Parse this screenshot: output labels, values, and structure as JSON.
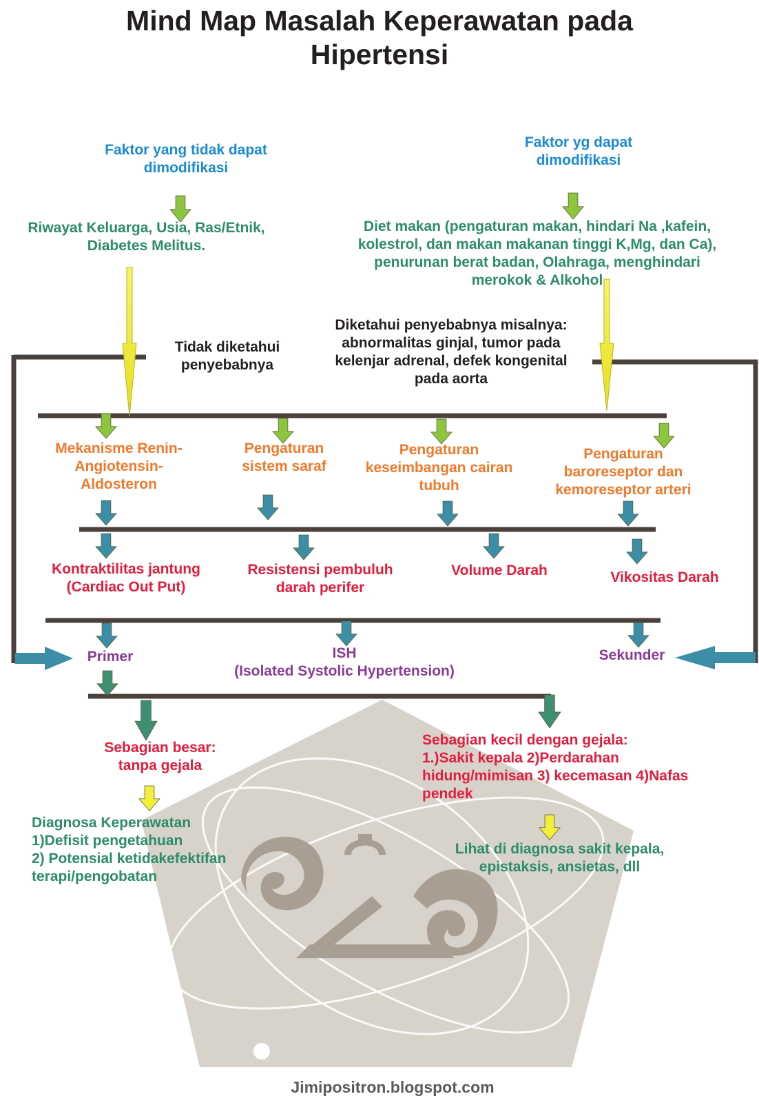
{
  "title": "Mind Map Masalah Keperawatan pada\nHipertensi",
  "factors": {
    "non_modifiable": {
      "heading": "Faktor yang tidak dapat\ndimodifikasi",
      "items": "Riwayat Keluarga, Usia, Ras/Etnik,\nDiabetes Melitus."
    },
    "modifiable": {
      "heading": "Faktor yg dapat\ndimodifikasi",
      "items": "Diet makan (pengaturan makan, hindari Na ,kafein,\nkolestrol, dan makan makanan tinggi K,Mg, dan Ca),\npenurunan berat badan, Olahraga, menghindari\nmerokok & Alkohol"
    }
  },
  "causes": {
    "unknown": "Tidak diketahui\npenyebabnya",
    "known": "Diketahui penyebabnya misalnya:\nabnormalitas ginjal, tumor pada\nkelenjar adrenal, defek kongenital\npada aorta"
  },
  "mechanisms": [
    "Mekanisme Renin-\nAngiotensin-\nAldosteron",
    "Pengaturan\nsistem saraf",
    "Pengaturan\nkeseimbangan cairan\ntubuh",
    "Pengaturan\nbaroreseptor dan\nkemoreseptor arteri"
  ],
  "determinants": [
    "Kontraktilitas jantung\n(Cardiac Out Put)",
    "Resistensi pembuluh\ndarah perifer",
    "Volume Darah",
    "Vikositas Darah"
  ],
  "types": {
    "primary": "Primer",
    "ish": "ISH\n(Isolated Systolic Hypertension)",
    "secondary": "Sekunder"
  },
  "outcomes": {
    "majority": "Sebagian besar:\ntanpa gejala",
    "minority": "Sebagian kecil dengan gejala:\n1.)Sakit kepala 2)Perdarahan\nhidung/mimisan  3) kecemasan 4)Nafas\npendek"
  },
  "diagnosis": {
    "nursing": "Diagnosa Keperawatan\n1)Defisit pengetahuan\n2) Potensial ketidakefektifan\nterapi/pengobatan",
    "see_other": "Lihat di diagnosa sakit kepala,\nepistaksis, ansietas, dll"
  },
  "footer": "Jimipositron.blogspot.com",
  "colors": {
    "heading": "#1a8ad4",
    "factor_text": "#2c8c6c",
    "cause_text": "#231f20",
    "mechanism_text": "#f0792b",
    "determinant_text": "#e31d3c",
    "type_text": "#8b3a96",
    "line": "#4a413c",
    "arrow_green": "#8cc63f",
    "arrow_yellow": "#f2ee3a",
    "arrow_teal": "#3b8ea5",
    "arrow_dark_teal": "#3f8f72",
    "watermark": "#c9c3b8"
  }
}
